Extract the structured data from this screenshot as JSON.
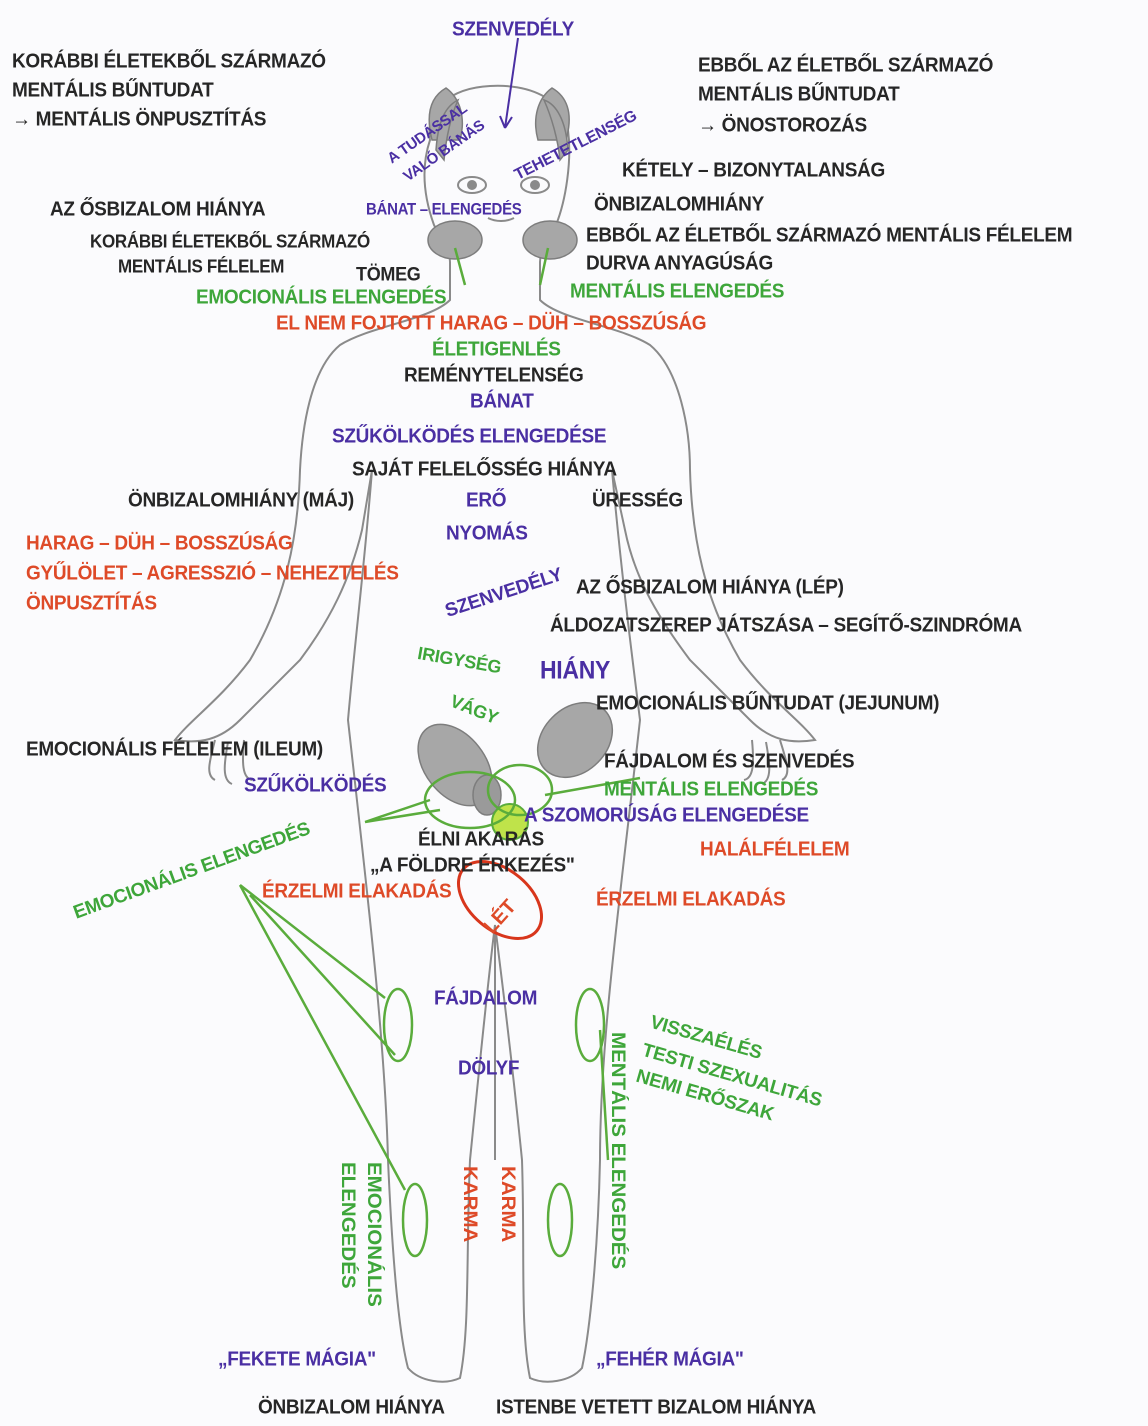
{
  "labels": {
    "szenvedely_top": "SZENVEDÉLY",
    "korabbi_bun_1": "KORÁBBI ÉLETEKBŐL SZÁRMAZÓ",
    "korabbi_bun_2": "MENTÁLIS BŰNTUDAT",
    "korabbi_bun_3": "→ MENTÁLIS ÖNPUSZTÍTÁS",
    "ebbol_bun_1": "EBBŐL AZ ÉLETBŐL SZÁRMAZÓ",
    "ebbol_bun_2": "MENTÁLIS BŰNTUDAT",
    "ebbol_bun_3": "→ ÖNOSTOROZÁS",
    "tudassal_1": "A TUDÁSSAL",
    "tudassal_2": "VALÓ BÁNÁS",
    "tehetetlenseg": "TEHETETLENSÉG",
    "ketely": "KÉTELY – BIZONYTALANSÁG",
    "osbizalom_head": "AZ ŐSBIZALOM HIÁNYA",
    "banat_elengedes": "BÁNAT – ELENGEDÉS",
    "onbizalomhiany_head": "ÖNBIZALOMHIÁNY",
    "korabbi_felelem_1": "KORÁBBI ÉLETEKBŐL SZÁRMAZÓ",
    "korabbi_felelem_2": "MENTÁLIS FÉLELEM",
    "ebbol_felelem": "EBBŐL AZ ÉLETBŐL SZÁRMAZÓ MENTÁLIS FÉLELEM",
    "tomeg": "TÖMEG",
    "durva": "DURVA ANYAGÚSÁG",
    "emoc_eleng_neck": "EMOCIONÁLIS ELENGEDÉS",
    "ment_eleng_neck": "MENTÁLIS ELENGEDÉS",
    "harag_neck": "EL NEM FOJTOTT HARAG – DÜH – BOSSZÚSÁG",
    "eletigenles": "ÉLETIGENLÉS",
    "remenytelenseg": "REMÉNYTELENSÉG",
    "banat": "BÁNAT",
    "szukolkodes_eleng": "SZŰKÖLKÖDÉS ELENGEDÉSE",
    "sajat_felelosseg": "SAJÁT FELELŐSSÉG HIÁNYA",
    "onbizalom_maj": "ÖNBIZALOMHIÁNY (MÁJ)",
    "ero": "ERŐ",
    "uresseg": "ÜRESSÉG",
    "nyomas": "NYOMÁS",
    "harag_arm_1": "HARAG – DÜH – BOSSZÚSÁG",
    "harag_arm_2": "GYŰLÖLET – AGRESSZIÓ – NEHEZTELÉS",
    "harag_arm_3": "ÖNPUSZTÍTÁS",
    "szenvedely_mid": "SZENVEDÉLY",
    "osbizalom_lep": "AZ ŐSBIZALOM HIÁNYA (LÉP)",
    "aldozat": "ÁLDOZATSZEREP JÁTSZÁSA – SEGÍTŐ-SZINDRÓMA",
    "irigyseg": "IRIGYSÉG",
    "hiany": "HIÁNY",
    "vagy": "VÁGY",
    "emoc_buntudat": "EMOCIONÁLIS BŰNTUDAT (JEJUNUM)",
    "emoc_felelem": "EMOCIONÁLIS FÉLELEM (ILEUM)",
    "fajdalom_szenvedes": "FÁJDALOM ÉS SZENVEDÉS",
    "szukolkodes": "SZŰKÖLKÖDÉS",
    "ment_eleng_mid": "MENTÁLIS ELENGEDÉS",
    "szomorusag": "A SZOMORÚSÁG ELENGEDÉSE",
    "elni_akaras": "ÉLNI AKARÁS",
    "halalfelelem": "HALÁLFÉLELEM",
    "foldre": "„A FÖLDRE ÉRKEZÉS\"",
    "emoc_eleng_hip": "EMOCIONÁLIS ELENGEDÉS",
    "erzelmi_left": "ÉRZELMI ELAKADÁS",
    "erzelmi_right": "ÉRZELMI ELAKADÁS",
    "let": "LÉT",
    "fajdalom": "FÁJDALOM",
    "visszaeles": "VISSZAÉLÉS",
    "testi": "TESTI SZEXUALITÁS",
    "nemi": "NEMI ERŐSZAK",
    "dolyf": "DÖLYF",
    "ment_eleng_leg": "MENTÁLIS ELENGEDÉS",
    "emoc_leg_1": "EMOCIONÁLIS",
    "emoc_leg_2": "ELENGEDÉS",
    "karma_left": "KARMA",
    "karma_right": "KARMA",
    "fekete": "„FEKETE MÁGIA\"",
    "feher": "„FEHÉR MÁGIA\"",
    "onbizalom_bottom": "ÖNBIZALOM HIÁNYA",
    "istenbe": "ISTENBE VETETT BIZALOM HIÁNYA"
  },
  "colors": {
    "black_text": "#262626",
    "purple_text": "#4a2fa3",
    "green_text": "#3ea63a",
    "orange_text": "#de4a28",
    "outline": "#8a8a8a",
    "organ_gray": "#a7a7a7",
    "green_line": "#5aac3c",
    "red_ellipse": "#d8361c",
    "background": "#fbfbfd"
  }
}
